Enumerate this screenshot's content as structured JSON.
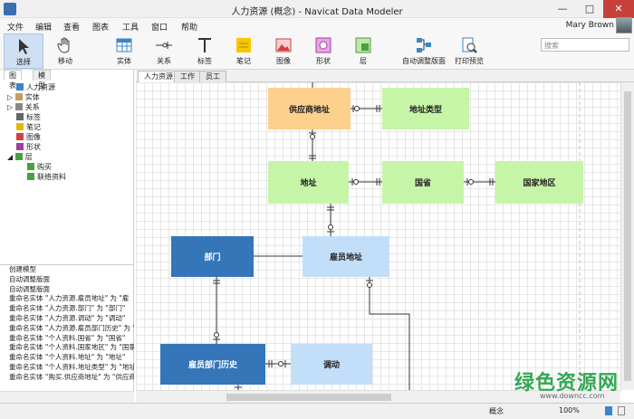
{
  "window": {
    "title": "人力资源 (概念) - Navicat Data Modeler",
    "min": "—",
    "max": "□",
    "close": "✕"
  },
  "menu": [
    "文件",
    "编辑",
    "查看",
    "图表",
    "工具",
    "窗口",
    "帮助"
  ],
  "user": {
    "name": "Mary Brown"
  },
  "toolbar": {
    "items": [
      {
        "label": "选择",
        "icon": "cursor-icon"
      },
      {
        "label": "移动",
        "icon": "hand-icon"
      },
      {
        "label": "实体",
        "icon": "table-icon"
      },
      {
        "label": "关系",
        "icon": "relation-icon"
      },
      {
        "label": "标签",
        "icon": "text-icon"
      },
      {
        "label": "笔记",
        "icon": "note-icon"
      },
      {
        "label": "图像",
        "icon": "image-icon"
      },
      {
        "label": "形状",
        "icon": "shape-icon"
      },
      {
        "label": "层",
        "icon": "layer-icon"
      },
      {
        "label": "自动调整版面",
        "icon": "auto-layout-icon"
      },
      {
        "label": "打印预览",
        "icon": "print-preview-icon"
      }
    ]
  },
  "search": {
    "placeholder": "搜索"
  },
  "left_panel": {
    "tabs": [
      "图表",
      "模型"
    ],
    "tree": [
      {
        "label": "人力资源",
        "color": "#3a86c8"
      },
      {
        "label": "实体",
        "color": "#c0a060"
      },
      {
        "label": "关系",
        "color": "#888888"
      },
      {
        "label": "标签",
        "color": "#666666"
      },
      {
        "label": "笔记",
        "color": "#e8b800"
      },
      {
        "label": "图像",
        "color": "#d04040"
      },
      {
        "label": "形状",
        "color": "#a040a0"
      },
      {
        "label": "层",
        "color": "#4aa040"
      },
      {
        "label": "购买",
        "color": "#4aa040"
      },
      {
        "label": "联络资料",
        "color": "#4aa040"
      }
    ],
    "log": [
      "创建模型",
      "自动调整版面",
      "自动调整版面",
      "重命名实体 \"人力资源.雇员地址\" 为 \"雇",
      "重命名实体 \"人力资源.部门\" 为 \"部门\"",
      "重命名实体 \"人力资源.调动\" 为 \"调动\"",
      "重命名实体 \"人力资源.雇员部门历史\" 为 \"",
      "重命名实体 \"个人资料.国省\" 为 \"国省\"",
      "重命名实体 \"个人资料.国家地区\" 为 \"国家",
      "重命名实体 \"个人资料.地址\" 为 \"地址\"",
      "重命名实体 \"个人资料.地址类型\" 为 \"地址",
      "重命名实体 \"购买.供应商地址\" 为 \"供应商"
    ]
  },
  "canvas_tabs": [
    "人力资源",
    "工作",
    "员工"
  ],
  "entities": [
    {
      "name": "供应商地址",
      "color": "#fdd08e",
      "text": "#222222"
    },
    {
      "name": "地址类型",
      "color": "#c6f5a8",
      "text": "#222222"
    },
    {
      "name": "地址",
      "color": "#c6f5a8",
      "text": "#222222"
    },
    {
      "name": "国省",
      "color": "#c6f5a8",
      "text": "#222222"
    },
    {
      "name": "国家地区",
      "color": "#c6f5a8",
      "text": "#222222"
    },
    {
      "name": "部门",
      "color": "#3476b8",
      "text": "#ffffff"
    },
    {
      "name": "雇员地址",
      "color": "#c3def8",
      "text": "#222222"
    },
    {
      "name": "雇员部门历史",
      "color": "#3476b8",
      "text": "#ffffff"
    },
    {
      "name": "调动",
      "color": "#c3def8",
      "text": "#222222"
    }
  ],
  "status": {
    "mode": "概念",
    "zoom": "100%"
  },
  "watermark": {
    "text": "绿色资源网",
    "url": "www.downcc.com"
  }
}
